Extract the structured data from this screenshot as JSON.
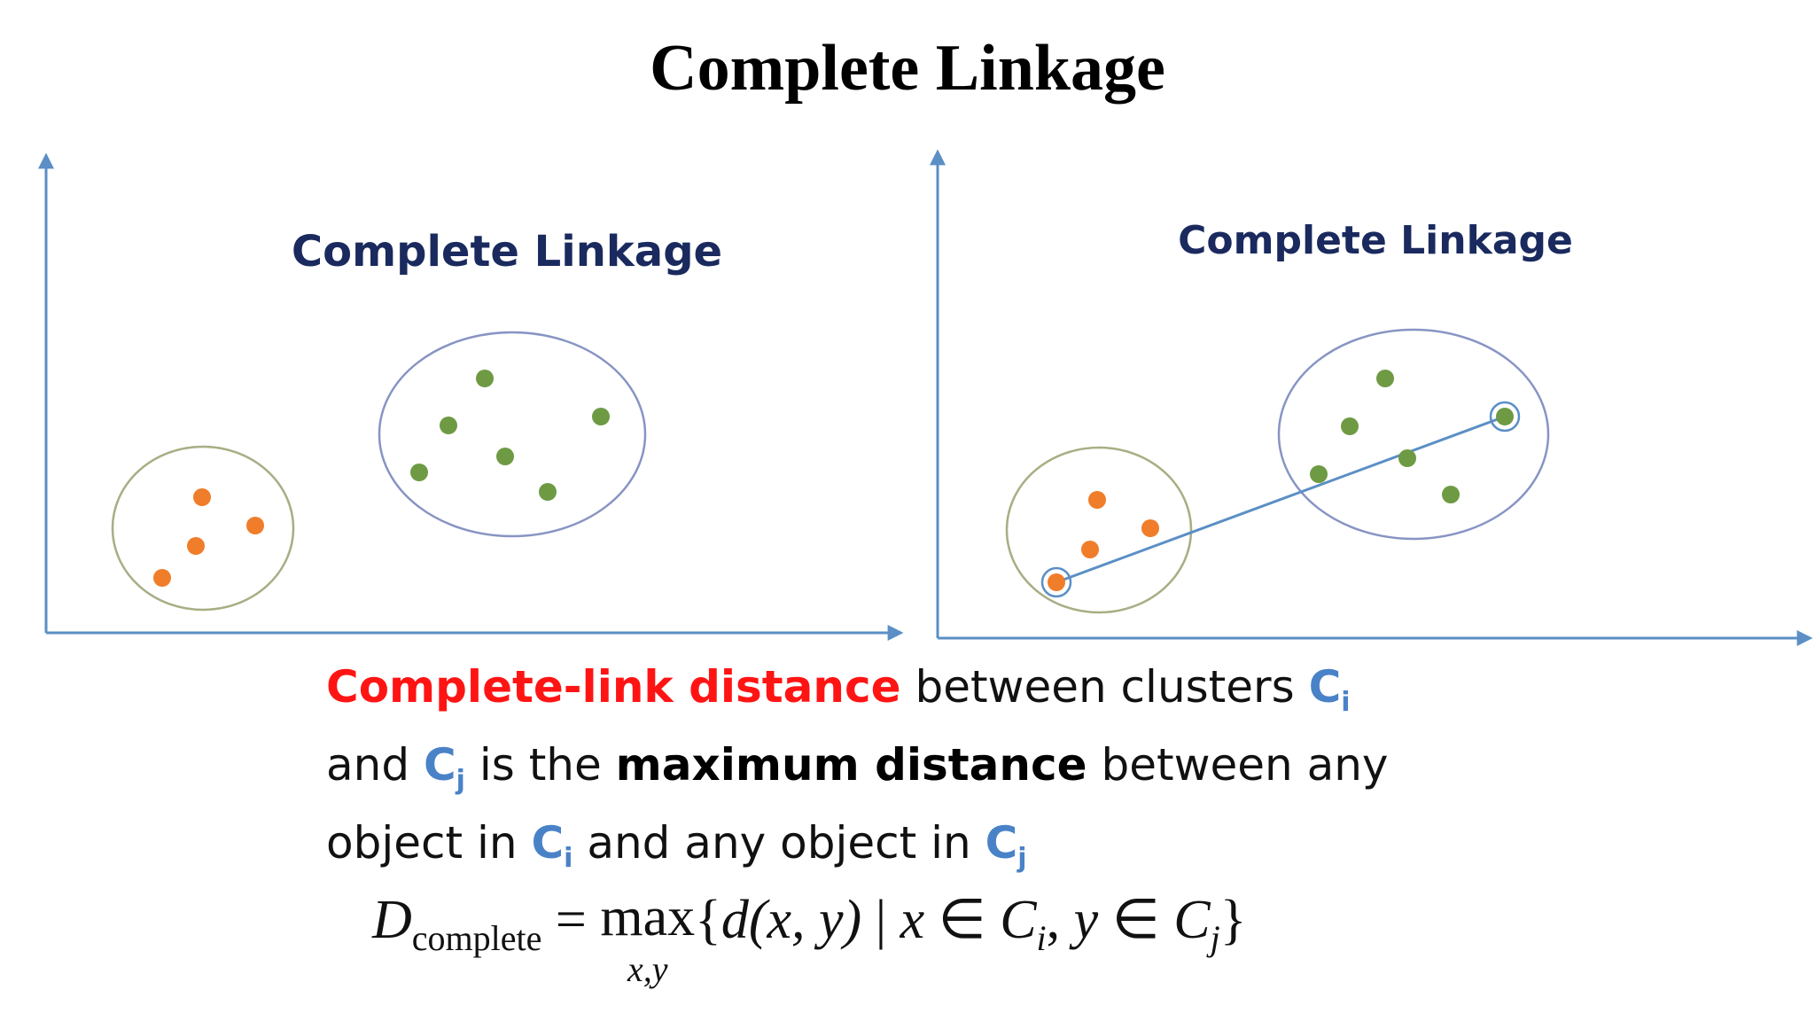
{
  "title": "Complete Linkage",
  "left_panel": {
    "title": "Complete Linkage"
  },
  "right_panel": {
    "title": "Complete Linkage"
  },
  "colors": {
    "orange": "#f07d2a",
    "green": "#6e9a43",
    "axis": "#5b8fc6",
    "ellipse_left": "#a8ae84",
    "ellipse_right": "#8794c4",
    "title_navy": "#1a2a5e",
    "highlight_red": "#ff1414",
    "cluster_blue": "#4a82c8"
  },
  "description": {
    "line1": {
      "red": "Complete-link distance",
      "text": " between clusters ",
      "c": "C",
      "c_sub": "i"
    },
    "line2": {
      "pre": "and ",
      "c": "C",
      "c_sub": "j",
      "mid": " is the ",
      "bold": "maximum distance",
      "post": " between any"
    },
    "line3": {
      "pre": "object in ",
      "c1": "C",
      "c1_sub": "i",
      "mid": " and any object in ",
      "c2": "C",
      "c2_sub": "j"
    }
  },
  "formula": {
    "D": "D",
    "D_sub": "complete",
    "eq": " = ",
    "max": "max",
    "max_under": "x,y",
    "body1": "{",
    "d": "d",
    "args": "(x, y)",
    "bar": " | ",
    "x": "x",
    "in1": " ∈ ",
    "Ci": "C",
    "Ci_sub": "i",
    "comma": ", ",
    "y": "y",
    "in2": " ∈ ",
    "Cj": "C",
    "Cj_sub": "j",
    "close": "}"
  }
}
